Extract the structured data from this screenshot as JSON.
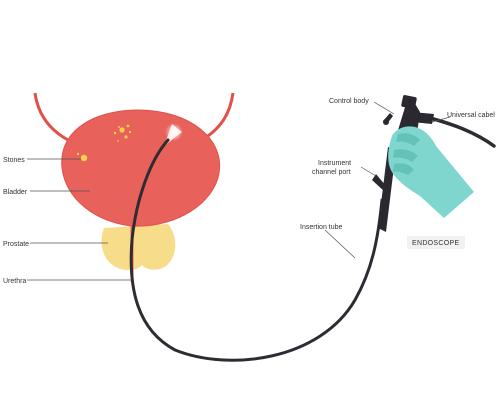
{
  "labels": {
    "stones": "Stones",
    "bladder": "Bladder",
    "prostate": "Prostate",
    "urethra": "Urethra",
    "control_body": "Control body",
    "universal_cable": "Universal cabel",
    "instrument_channel_line1": "Instrument",
    "instrument_channel_line2": "channel port",
    "insertion_tube": "Insertion tube",
    "title": "ENDOSCOPE"
  },
  "colors": {
    "bladder": "#e8615a",
    "bladder_outline": "#e0514a",
    "ureter": "#e0514a",
    "prostate": "#f7dd8a",
    "stones": "#f4d24a",
    "tube": "#2f2b33",
    "glove": "#7fd6ce",
    "glove_shadow": "#63c3ba",
    "device_body": "#2b2830",
    "label_box": "#f1f1f1"
  },
  "icons": {
    "hand": "gloved-hand-icon",
    "scope": "endoscope-icon"
  }
}
